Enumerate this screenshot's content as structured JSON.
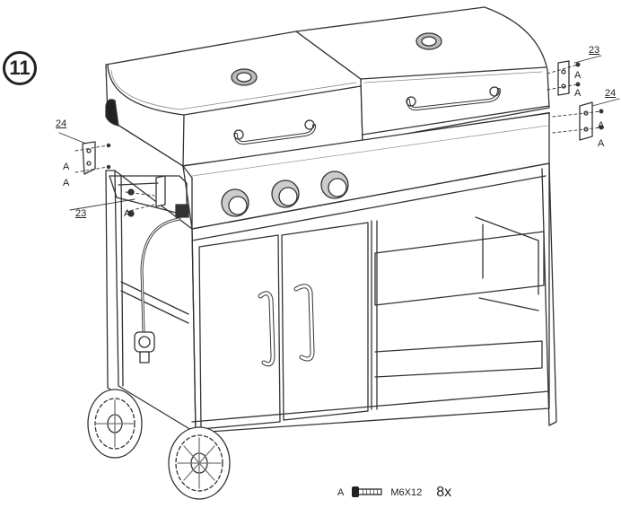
{
  "step": {
    "number": "11"
  },
  "callouts": {
    "left_bracket_24": "24",
    "left_bracket_23": "23",
    "right_bracket_23": "23",
    "right_bracket_24": "24",
    "screw_letter": "A"
  },
  "hardware": {
    "letter": "A",
    "spec": "M6X12",
    "quantity": "8x"
  },
  "icons": [
    "screw-icon"
  ]
}
